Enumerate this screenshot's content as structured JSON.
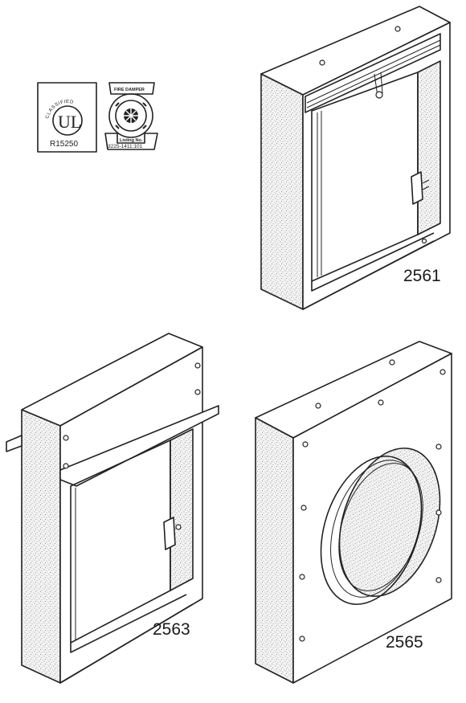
{
  "ul_logo": {
    "arc_text": "CLASSIFIED",
    "mark": "UL",
    "code": "R15250"
  },
  "csfm_seal": {
    "banner": "FIRE DAMPER",
    "listing_label": "Listing No.",
    "listing_number": "3225-1411:101"
  },
  "products": [
    {
      "model": "2561"
    },
    {
      "model": "2563"
    },
    {
      "model": "2565"
    }
  ],
  "colors": {
    "line": "#222222",
    "background": "#ffffff"
  }
}
